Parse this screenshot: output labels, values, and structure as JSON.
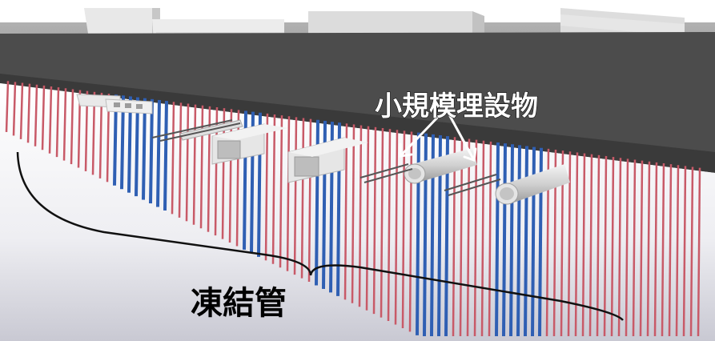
{
  "annotations": {
    "buried_objects_label": "小規模埋設物",
    "freeze_pipes_label": "凍結管"
  },
  "colors": {
    "sky": "#ffffff",
    "background_wall": "#9e9e9e",
    "road_surface": "#4a4a4a",
    "ground_top": "#f2f2f2",
    "ground_bottom": "#c9c9d2",
    "building": "#dcdcdc",
    "pipe_red": "#c85a68",
    "pipe_blue": "#2f5fb3",
    "culvert": "#e6e6e6",
    "annotation_text": "#000000"
  },
  "icons": [
    "bracket-annotation",
    "arrow-annotation"
  ]
}
